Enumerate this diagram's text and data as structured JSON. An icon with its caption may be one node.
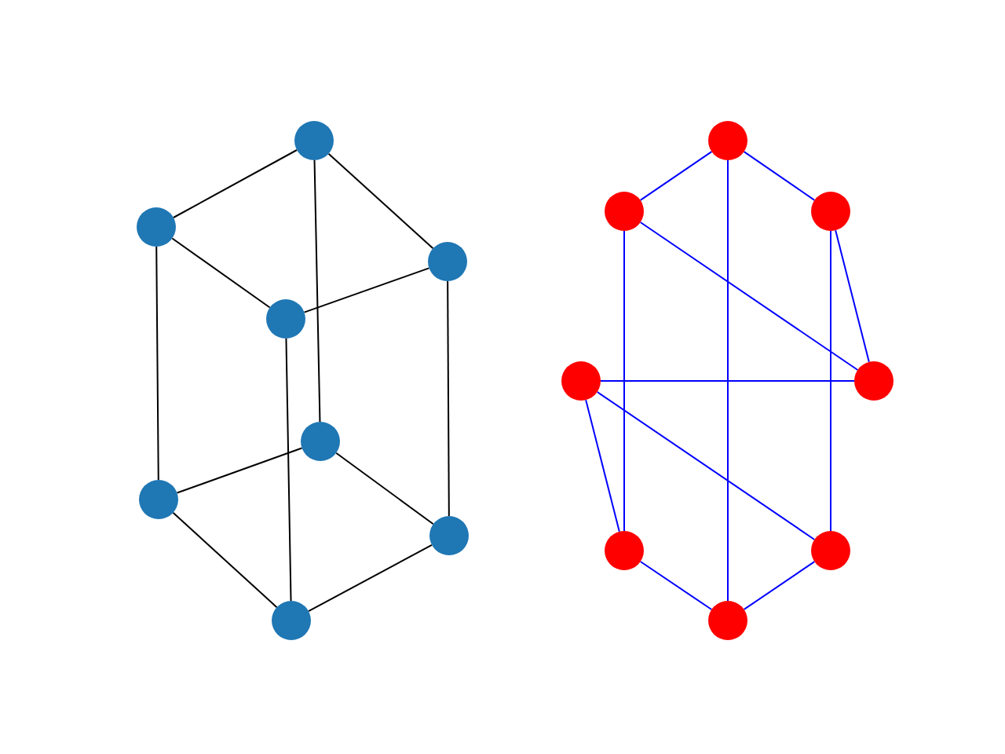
{
  "diagram": {
    "nodes": [
      {
        "text": [],
        "shape": "circle"
      },
      {
        "text": [],
        "shape": "circle"
      },
      {
        "text": [],
        "shape": "circle"
      },
      {
        "text": [],
        "shape": "circle"
      },
      {
        "text": [],
        "shape": "circle"
      },
      {
        "text": [],
        "shape": "circle"
      },
      {
        "text": [],
        "shape": "circle"
      },
      {
        "text": [],
        "shape": "circle"
      },
      {
        "text": [],
        "shape": "circle"
      },
      {
        "text": [],
        "shape": "circle"
      },
      {
        "text": [],
        "shape": "circle"
      },
      {
        "text": [],
        "shape": "circle"
      },
      {
        "text": [],
        "shape": "circle"
      },
      {
        "text": [],
        "shape": "circle"
      },
      {
        "text": [],
        "shape": "circle"
      },
      {
        "text": [],
        "shape": "circle"
      }
    ],
    "edges": [
      {
        "from": 0,
        "to": 1,
        "arrow": "none"
      },
      {
        "from": 0,
        "to": 2,
        "arrow": "none"
      },
      {
        "from": 0,
        "to": 4,
        "arrow": "none"
      },
      {
        "from": 1,
        "to": 3,
        "arrow": "none"
      },
      {
        "from": 1,
        "to": 5,
        "arrow": "none"
      },
      {
        "from": 3,
        "to": 2,
        "arrow": "none"
      },
      {
        "from": 3,
        "to": 7,
        "arrow": "none"
      },
      {
        "from": 2,
        "to": 6,
        "arrow": "none"
      },
      {
        "from": 4,
        "to": 5,
        "arrow": "none"
      },
      {
        "from": 4,
        "to": 6,
        "arrow": "none"
      },
      {
        "from": 5,
        "to": 7,
        "arrow": "none"
      },
      {
        "from": 7,
        "to": 6,
        "arrow": "none"
      },
      {
        "from": 8,
        "to": 9,
        "arrow": "none",
        "color": "#0000ff"
      },
      {
        "from": 8,
        "to": 10,
        "arrow": "none",
        "color": "#0000ff"
      },
      {
        "from": 8,
        "to": 15,
        "arrow": "none",
        "color": "#0000ff"
      },
      {
        "from": 9,
        "to": 13,
        "arrow": "none",
        "color": "#0000ff"
      },
      {
        "from": 9,
        "to": 12,
        "arrow": "none",
        "color": "#0000ff"
      },
      {
        "from": 10,
        "to": 14,
        "arrow": "none",
        "color": "#0000ff"
      },
      {
        "from": 10,
        "to": 12,
        "arrow": "none",
        "color": "#0000ff"
      },
      {
        "from": 11,
        "to": 12,
        "arrow": "none",
        "color": "#0000ff"
      },
      {
        "from": 11,
        "to": 13,
        "arrow": "none",
        "color": "#0000ff"
      },
      {
        "from": 11,
        "to": 14,
        "arrow": "none",
        "color": "#0000ff"
      },
      {
        "from": 13,
        "to": 15,
        "arrow": "none",
        "color": "#0000ff"
      },
      {
        "from": 14,
        "to": 15,
        "arrow": "none",
        "color": "#0000ff"
      }
    ]
  }
}
